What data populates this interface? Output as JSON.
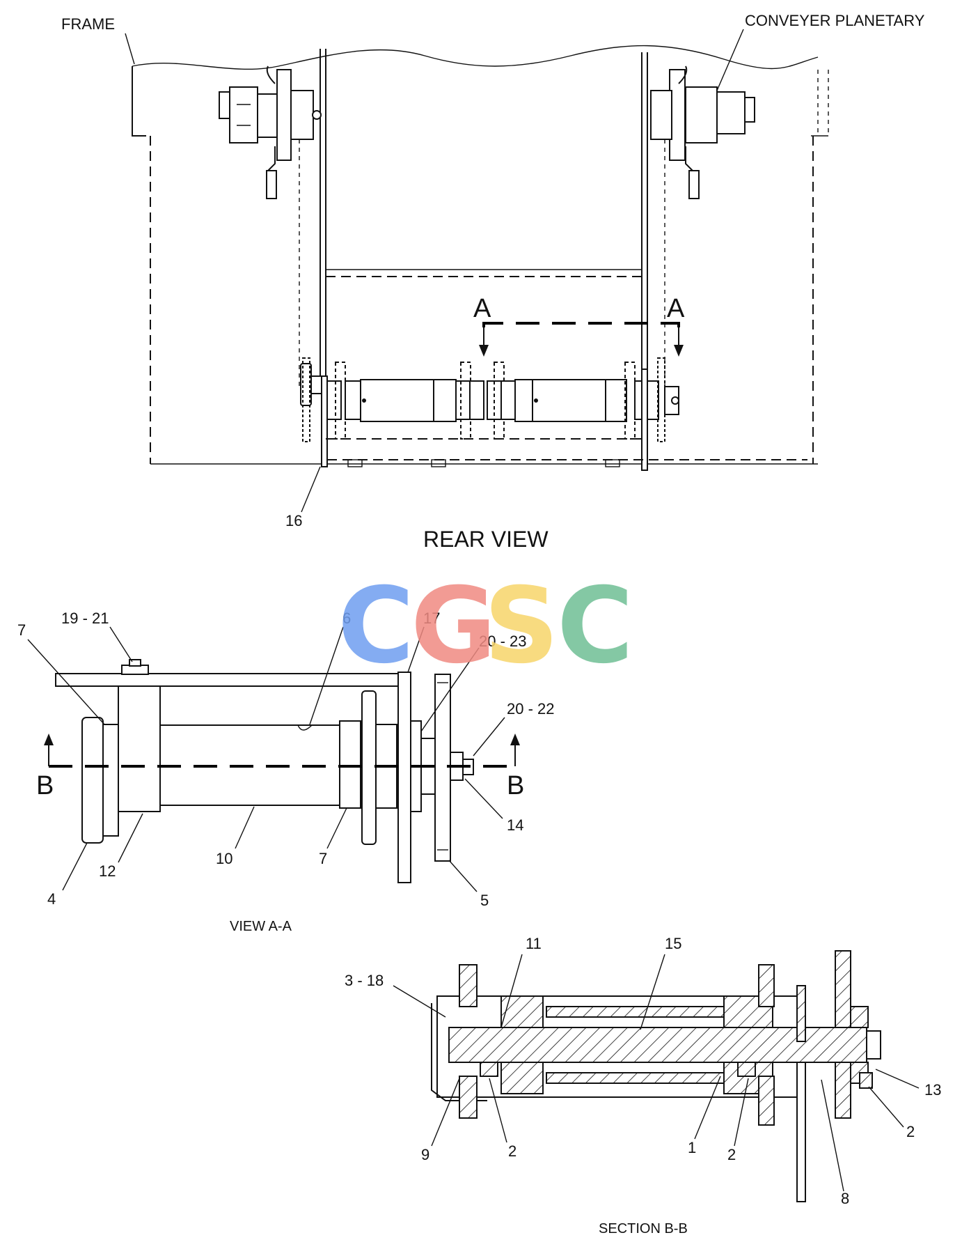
{
  "labels": {
    "frame": "FRAME",
    "conveyor_planetary": "CONVEYER PLANETARY",
    "rear_view_title": "REAR VIEW",
    "view_aa_title": "VIEW A-A",
    "section_bb_title": "SECTION B-B",
    "section_a": "A",
    "section_b": "B"
  },
  "callouts": {
    "rear": {
      "c16": "16"
    },
    "view_aa": {
      "c7_left": "7",
      "c19_21": "19 - 21",
      "c6": "6",
      "c17": "17",
      "c20_23": "20 - 23",
      "c20_22": "20 - 22",
      "c14": "14",
      "c5": "5",
      "c7_bottom": "7",
      "c10": "10",
      "c12": "12",
      "c4": "4"
    },
    "section_bb": {
      "c3_18": "3 - 18",
      "c11": "11",
      "c15": "15",
      "c13": "13",
      "c2_right": "2",
      "c8": "8",
      "c2_mid": "2",
      "c1": "1",
      "c2_left": "2",
      "c9": "9"
    }
  },
  "watermark": {
    "letters": [
      "C",
      "G",
      "S",
      "C"
    ],
    "colors": [
      "#6f9ef0",
      "#f08a82",
      "#f7d56b",
      "#6fbf95"
    ]
  }
}
